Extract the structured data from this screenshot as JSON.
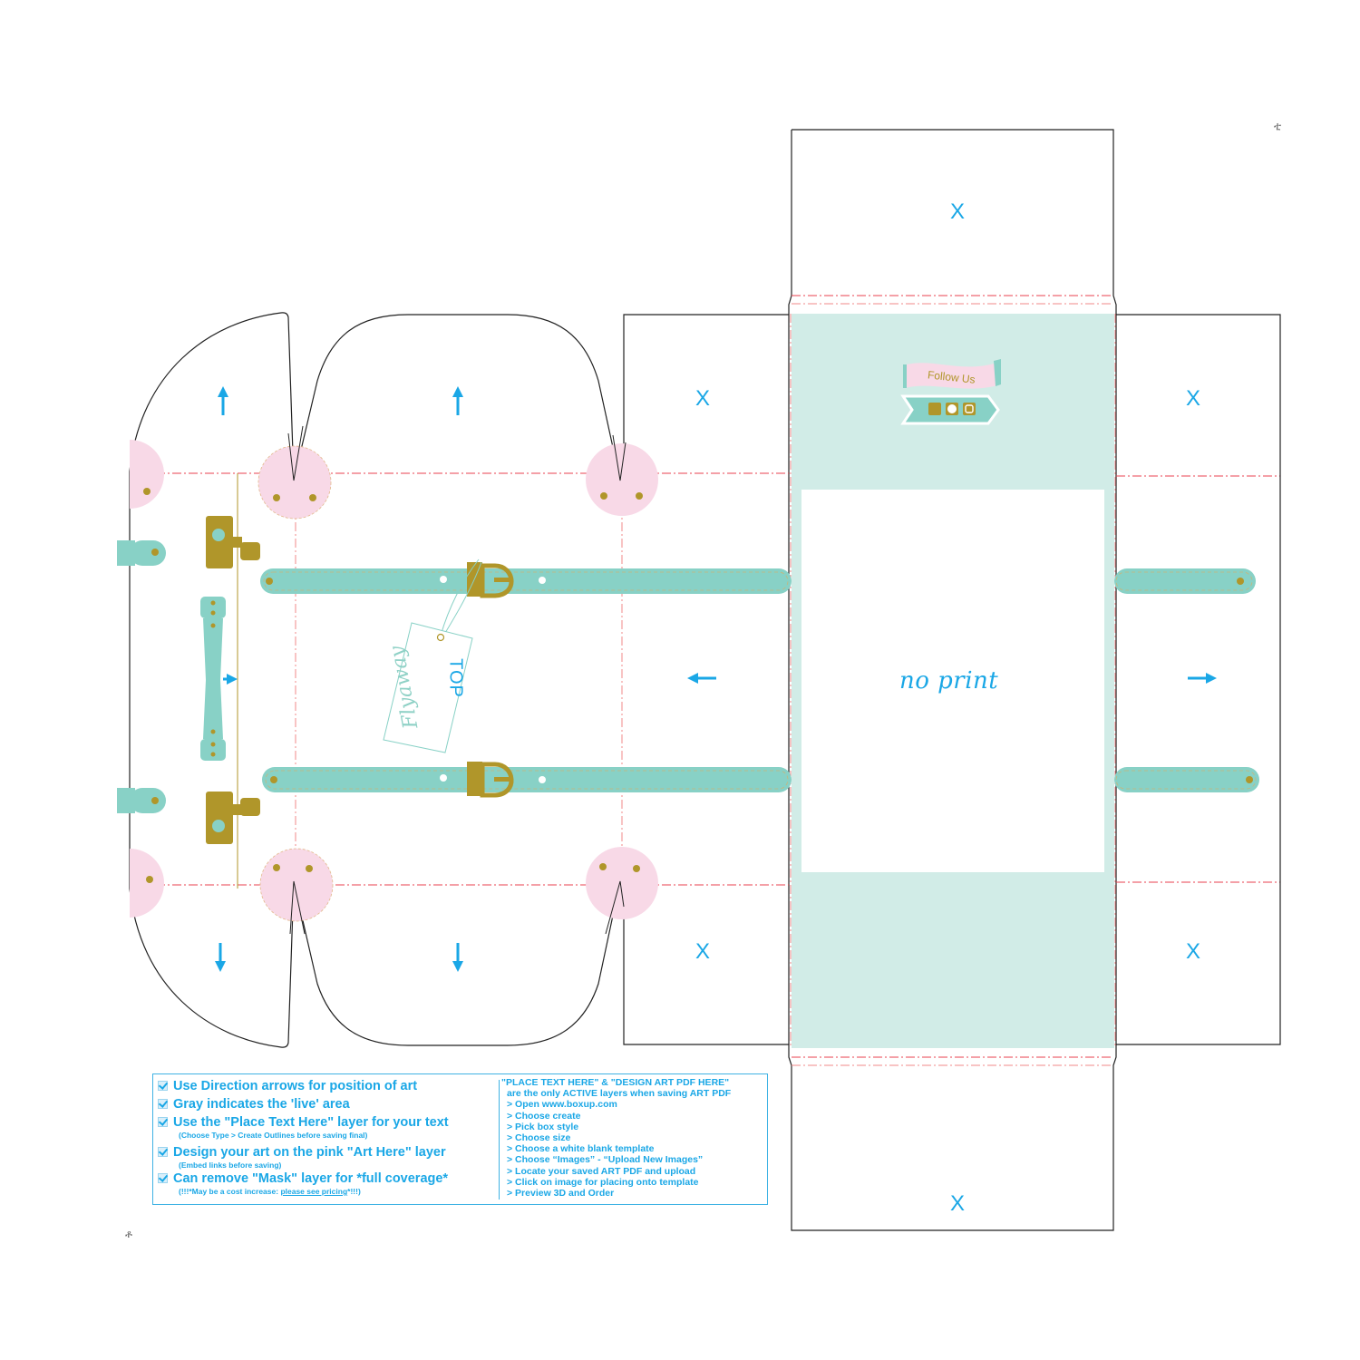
{
  "template": {
    "description": "Box dieline template with suitcase-style art",
    "colors": {
      "cut_line": "#000000",
      "fold_line": "#e8424f",
      "accent_blue": "#1aa7e6",
      "mint_panel": "#d1ece7",
      "strap_teal": "#88d1c6",
      "gold": "#b0962a",
      "pink_rivet": "#f8d9e7"
    },
    "corner_marks": {
      "top_right": "ቲ",
      "bottom_left": "ቶ"
    }
  },
  "panels": {
    "top_flap_marker": "X",
    "left_upper_flap_marker": "X",
    "right_upper_flap_marker": "X",
    "left_lower_flap_marker": "X",
    "right_lower_flap_marker": "X",
    "bottom_flap_marker": "X",
    "center_window_label": "no print",
    "lid_label": "TOP",
    "follow_banner": {
      "text": "Follow Us",
      "social_icons": [
        "facebook-icon",
        "pinterest-icon",
        "instagram-icon"
      ]
    },
    "tag_brand": "Flyaway"
  },
  "direction_arrows": {
    "side_panel_up": "up",
    "front_panel_up": "up",
    "side_panel_down": "down",
    "front_panel_down": "down",
    "left_flap_arrow": "left",
    "right_flap_arrow": "right",
    "handle_arrow": "right"
  },
  "instructions": {
    "checklist": [
      {
        "main": "Use Direction arrows for position of art",
        "sub": ""
      },
      {
        "main": "Gray indicates the 'live' area",
        "sub": ""
      },
      {
        "main": "Use the \"Place Text Here\" layer for your text",
        "sub": "(Choose Type > Create Outlines before saving final)"
      },
      {
        "main": "Design your art on the pink \"Art Here\" layer",
        "sub": "(Embed links before saving)"
      },
      {
        "main": "Can remove \"Mask\" layer for *full coverage*",
        "sub_prefix": "(!!!*May be a cost increase: ",
        "sub_link": "please see pricing",
        "sub_suffix": "*!!!)"
      }
    ],
    "steps_title_1": "\"PLACE TEXT HERE\" & \"DESIGN ART PDF HERE\"",
    "steps_title_2": "are the only ACTIVE layers when saving ART PDF",
    "steps": [
      "> Open www.boxup.com",
      "> Choose create",
      "> Pick box style",
      "> Choose size",
      "> Choose a white blank template",
      "> Choose “Images” - “Upload New Images”",
      "> Locate your saved ART PDF and upload",
      "> Click on image for placing onto template",
      "> Preview 3D and Order"
    ]
  }
}
